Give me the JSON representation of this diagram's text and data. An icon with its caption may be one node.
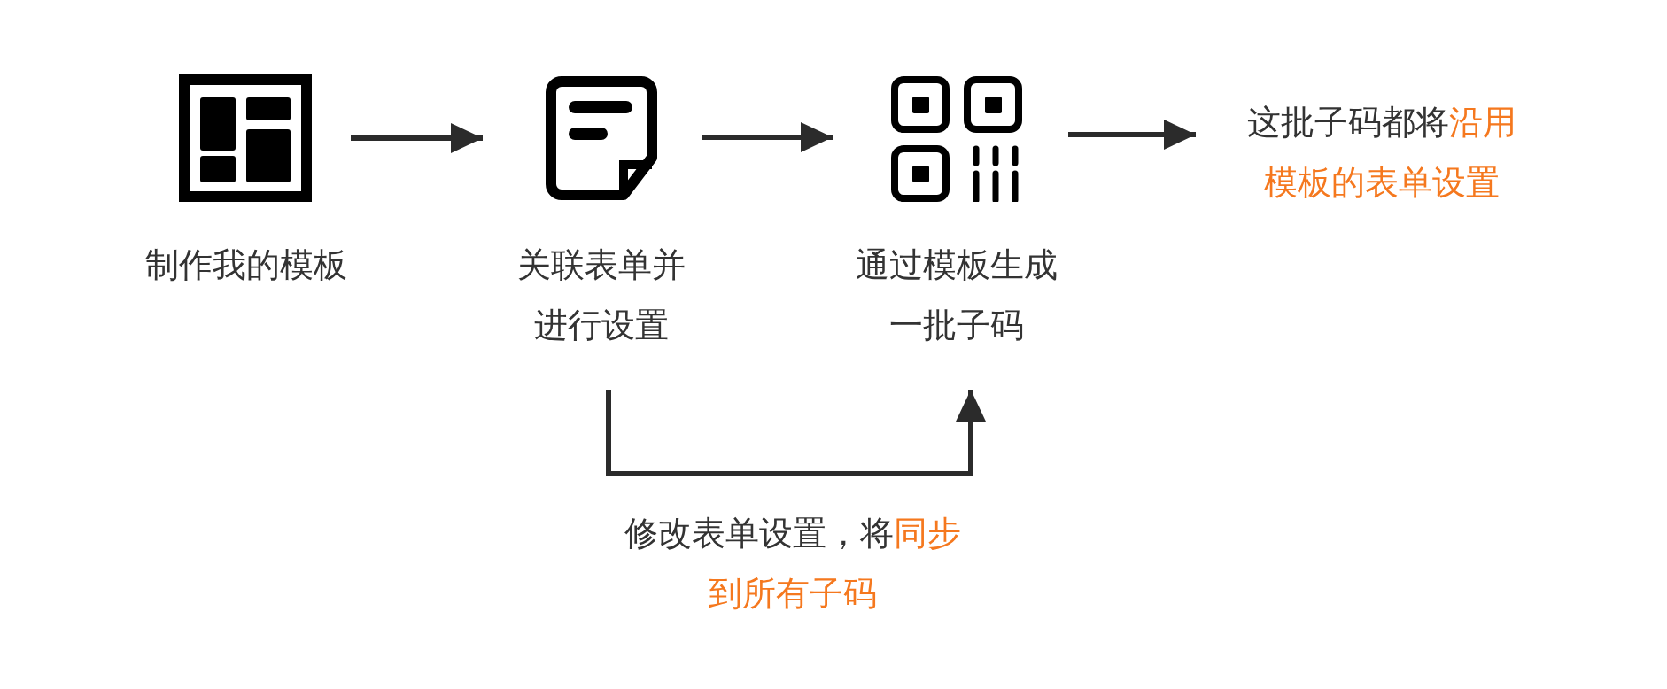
{
  "diagram": {
    "nodes": [
      {
        "text": [
          "制作我的模板"
        ]
      },
      {
        "text": [
          "关联表单并进行设置"
        ]
      },
      {
        "text": [
          "通过模板生成一批子码"
        ]
      },
      {
        "text": [
          "这批子码都将",
          "沿用模板的表单设置"
        ]
      }
    ],
    "edges": [
      {
        "from": 0,
        "to": 1,
        "arrow": "to"
      },
      {
        "from": 1,
        "to": 2,
        "arrow": "to"
      },
      {
        "from": 2,
        "to": 3,
        "arrow": "to"
      },
      {
        "from": 1,
        "to": 2,
        "arrow": "to"
      }
    ],
    "labels": [
      "修改表单设置，将",
      "同步到所有子码"
    ]
  }
}
